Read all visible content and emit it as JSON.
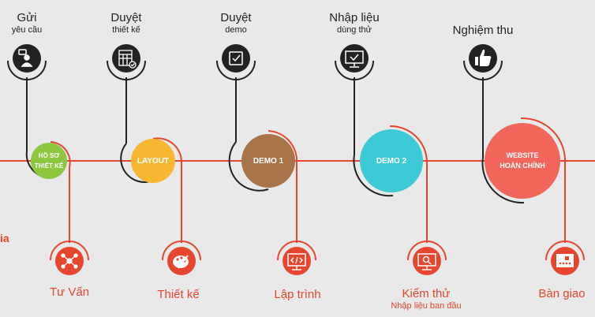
{
  "side_text": "ia",
  "top_steps": [
    {
      "line1": "Gửi",
      "line2": "yêu cầu",
      "icon": "request-person-icon"
    },
    {
      "line1": "Duyệt",
      "line2": "thiết kế",
      "icon": "design-grid-check-icon"
    },
    {
      "line1": "Duyệt",
      "line2": "demo",
      "icon": "demo-check-icon"
    },
    {
      "line1": "Nhập liệu",
      "line2": "dùng thử",
      "icon": "monitor-check-icon"
    },
    {
      "line1": "Nghiệm thu",
      "line2": "",
      "icon": "thumbs-up-icon"
    }
  ],
  "stages": [
    {
      "label_line1": "HỒ SƠ",
      "label_line2": "THIẾT KẾ",
      "color": "#8dc63f"
    },
    {
      "label_line1": "LAYOUT",
      "label_line2": "",
      "color": "#f7b731"
    },
    {
      "label_line1": "DEMO 1",
      "label_line2": "",
      "color": "#a87448"
    },
    {
      "label_line1": "DEMO 2",
      "label_line2": "",
      "color": "#3ccad6"
    },
    {
      "label_line1": "WEBSITE",
      "label_line2": "HOÀN CHỈNH",
      "color": "#f2665c"
    }
  ],
  "bottom_steps": [
    {
      "line1": "Tư Vấn",
      "line2": "",
      "icon": "network-nodes-icon"
    },
    {
      "line1": "Thiết kế",
      "line2": "",
      "icon": "paint-palette-icon"
    },
    {
      "line1": "Lập trình",
      "line2": "",
      "icon": "code-monitor-icon"
    },
    {
      "line1": "Kiểm thử",
      "line2": "Nhập liệu ban đầu",
      "icon": "magnifier-monitor-icon"
    },
    {
      "line1": "Bàn giao",
      "line2": "",
      "icon": "delivery-box-icon"
    }
  ],
  "colors": {
    "accent": "#e6452e",
    "dark": "#222222",
    "background": "#e9e9e9"
  }
}
